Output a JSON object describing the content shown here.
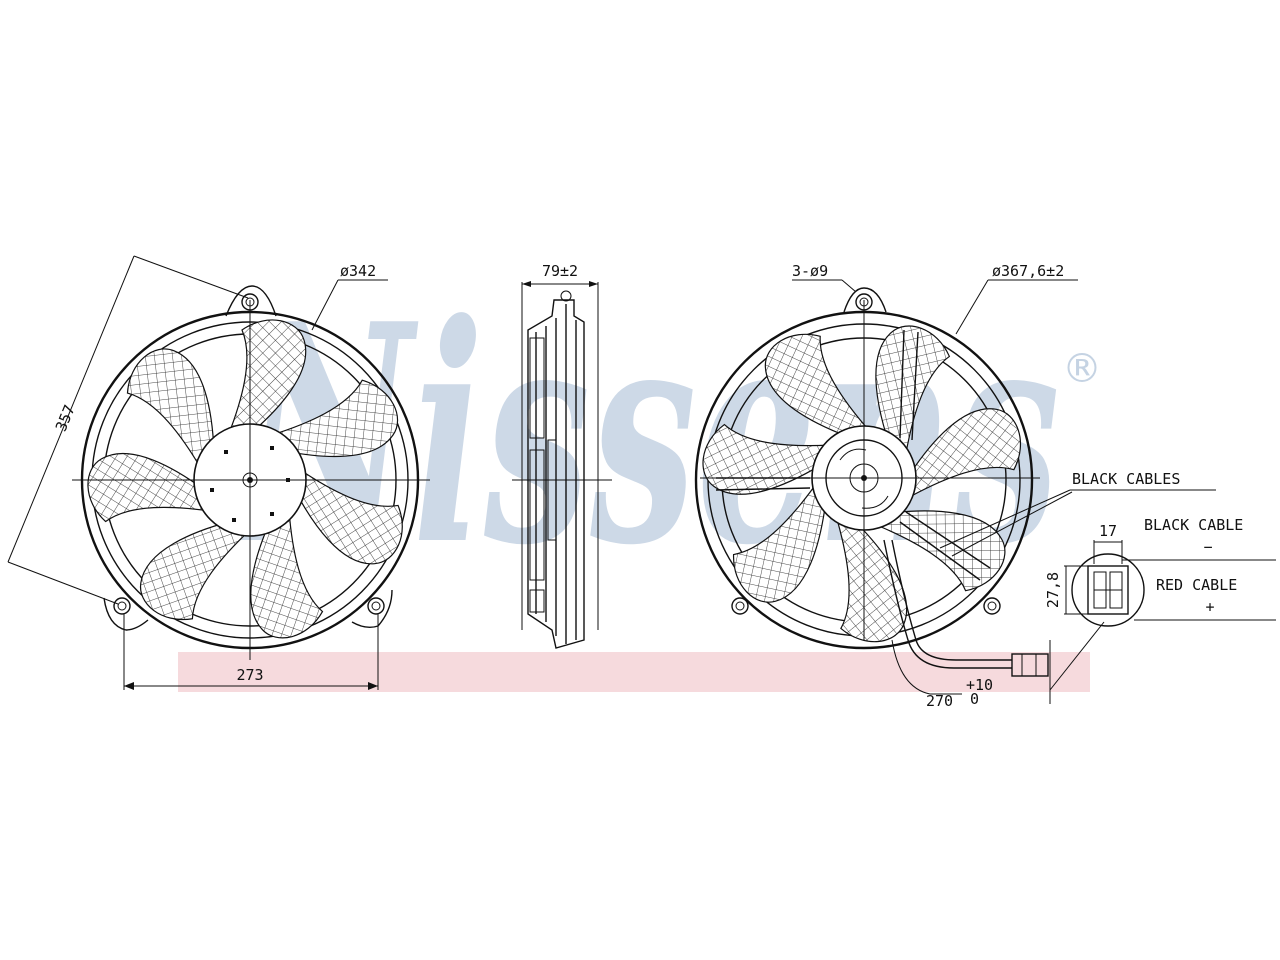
{
  "brand": {
    "watermark_text": "Nissens",
    "registered_mark": "®",
    "watermark_color": "#c5d3e3",
    "band_color": "#f6dadd"
  },
  "views": {
    "front": {
      "diameter": "ø342",
      "diagonal": "357",
      "hole_spacing": "273"
    },
    "side": {
      "depth": "79±2"
    },
    "rear": {
      "holes": "3-ø9",
      "diameter": "ø367,6±2",
      "cable_label": "BLACK CABLES",
      "cable_length": "270",
      "cable_tol_plus": "+10",
      "cable_tol_minus": "0"
    }
  },
  "connector": {
    "width": "17",
    "height": "27,8",
    "pin1_label": "BLACK CABLE",
    "pin1_sign": "−",
    "pin2_label": "RED CABLE",
    "pin2_sign": "+"
  }
}
